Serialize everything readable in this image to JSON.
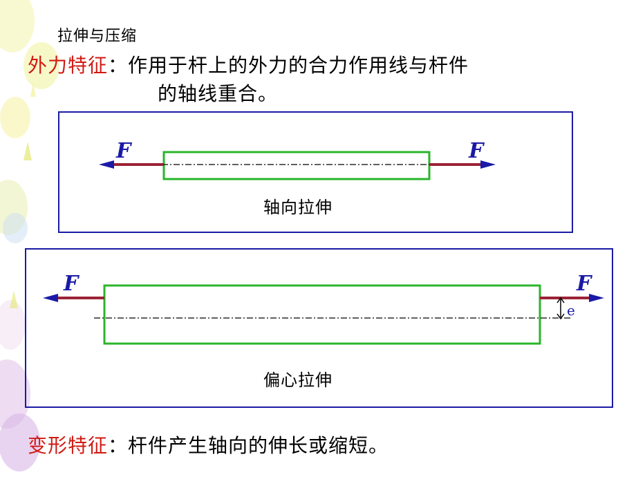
{
  "title": "拉伸与压缩",
  "external_force": {
    "label": "外力特征",
    "colon": "：",
    "text_line1": "作用于杆上的外力的合力作用线与杆件",
    "text_line2": "的轴线重合。"
  },
  "axial_tension": {
    "caption": "轴向拉伸",
    "force_left": "F",
    "force_right": "F"
  },
  "eccentric_tension": {
    "caption": "偏心拉伸",
    "force_left": "F",
    "force_right": "F",
    "eccentricity": "e"
  },
  "deformation": {
    "label": "变形特征",
    "colon": "：",
    "text": "杆件产生轴向的伸长或缩短。"
  },
  "colors": {
    "accent_red": "#d11a12",
    "box_blue": "#1a1aa6",
    "bar_green": "#2ab52a",
    "arrow_maroon": "#9b2335"
  }
}
